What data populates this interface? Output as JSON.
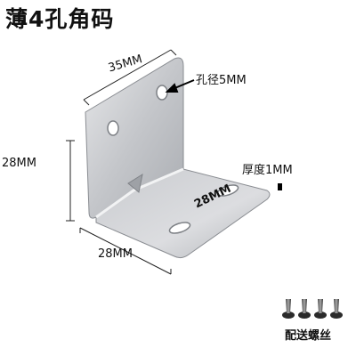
{
  "product": {
    "title": "薄4孔角码"
  },
  "dimensions": {
    "top_width": "35MM",
    "vertical_height": "28MM",
    "bottom_width": "28MM",
    "hole_diameter": "孔径5MM",
    "thickness": "厚度1MM",
    "slot_label": "28MM"
  },
  "accessories": {
    "caption": "配送螺丝",
    "screw_count": 4
  },
  "colors": {
    "steel_light": "#d9dadc",
    "steel_mid": "#b9bbbf",
    "steel_dark": "#8e9196",
    "text": "#111111"
  }
}
